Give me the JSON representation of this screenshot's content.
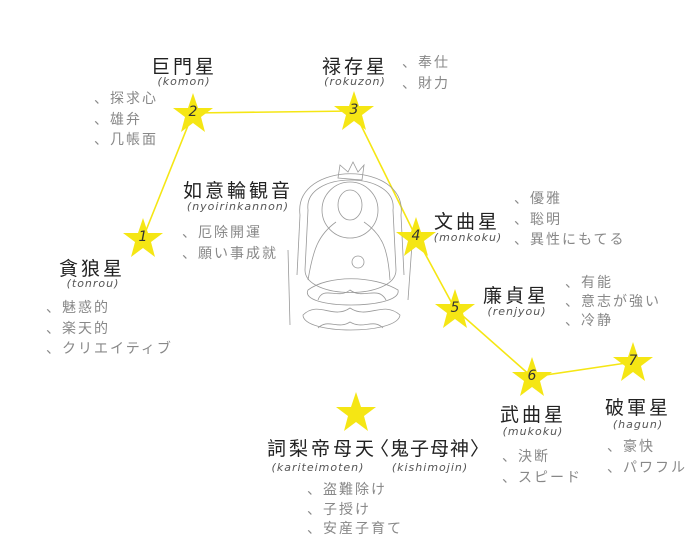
{
  "colors": {
    "star": "#f5e614",
    "line": "#f5e614",
    "text": "#222222",
    "bullet": "#888888"
  },
  "stars": [
    {
      "num": "1",
      "title": "貪狼星",
      "romaji": "(tonrou)",
      "traits": [
        "魅惑的",
        "楽天的",
        "クリエイティブ"
      ]
    },
    {
      "num": "2",
      "title": "巨門星",
      "romaji": "(komon)",
      "traits": [
        "探求心",
        "雄弁",
        "几帳面"
      ]
    },
    {
      "num": "3",
      "title": "禄存星",
      "romaji": "(rokuzon)",
      "traits": [
        "奉仕",
        "財力"
      ]
    },
    {
      "num": "4",
      "title": "文曲星",
      "romaji": "(monkoku)",
      "traits": [
        "優雅",
        "聡明",
        "異性にもてる"
      ]
    },
    {
      "num": "5",
      "title": "廉貞星",
      "romaji": "(renjyou)",
      "traits": [
        "有能",
        "意志が強い",
        "冷静"
      ]
    },
    {
      "num": "6",
      "title": "武曲星",
      "romaji": "(mukoku)",
      "traits": [
        "決断",
        "スピード"
      ]
    },
    {
      "num": "7",
      "title": "破軍星",
      "romaji": "(hagun)",
      "traits": [
        "豪快",
        "パワフル"
      ]
    }
  ],
  "nyoirin": {
    "title": "如意輪観音",
    "romaji": "(nyoirinkannon)",
    "traits": [
      "厄除開運",
      "願い事成就"
    ]
  },
  "kariteimo": {
    "title": "詞梨帝母天",
    "title2": "〈鬼子母神〉",
    "romaji": "(kariteimoten)",
    "romaji2": "(kishimojin)",
    "traits": [
      "盗難除け",
      "子授け",
      "安産子育て"
    ]
  }
}
